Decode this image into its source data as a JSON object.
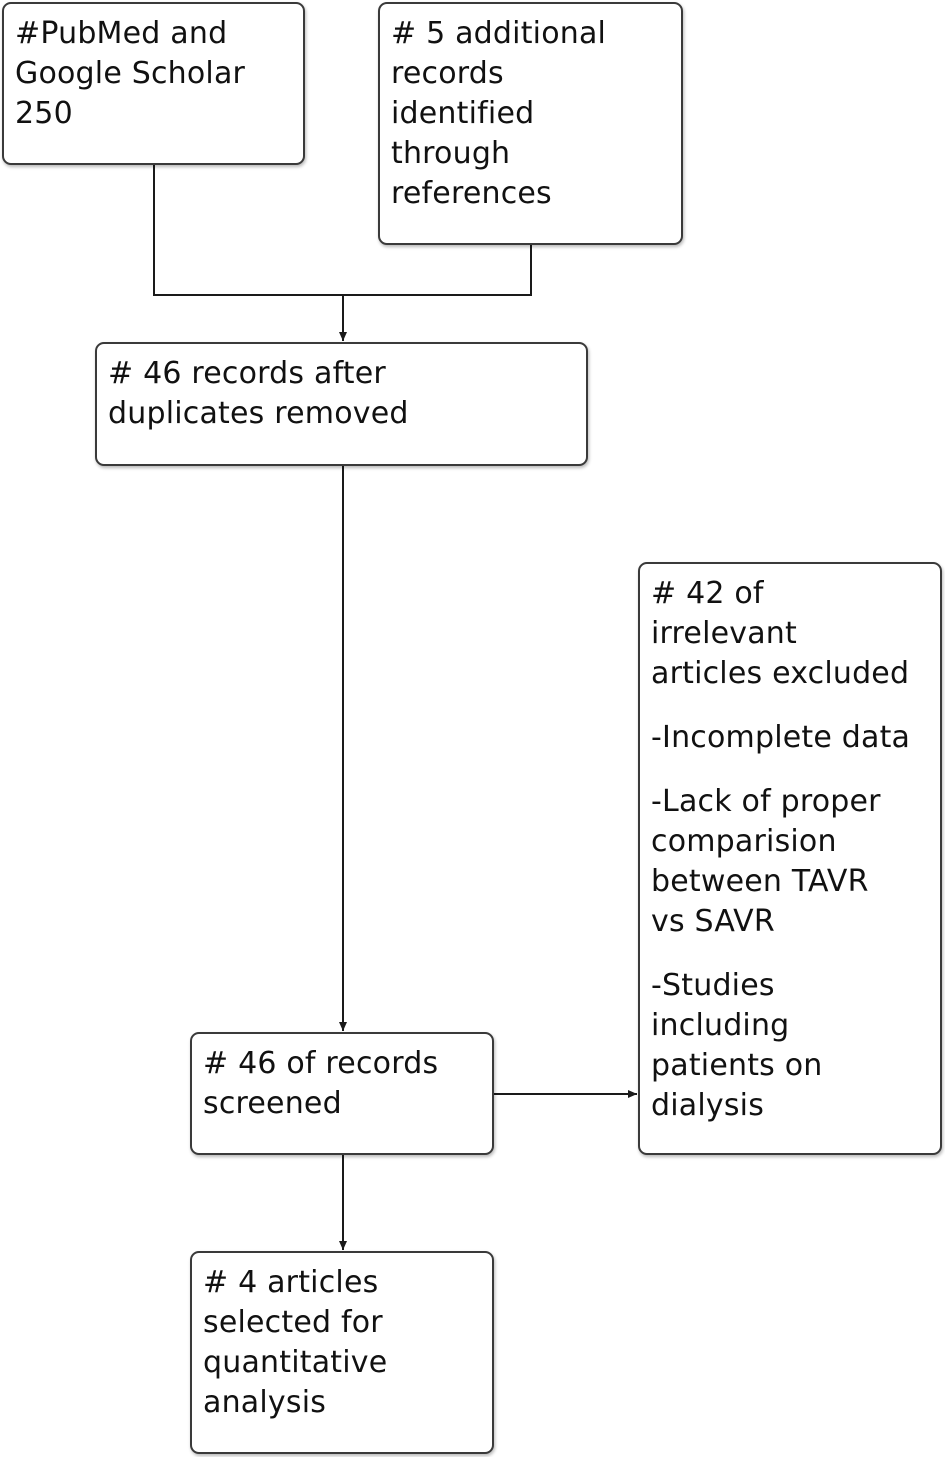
{
  "boxes": {
    "pubmed": {
      "lines": [
        "#PubMed and",
        "Google Scholar",
        "250"
      ]
    },
    "additional": {
      "lines": [
        "# 5 additional",
        "records",
        "identified",
        "through",
        "references"
      ]
    },
    "duplicates": {
      "lines": [
        "# 46 records after",
        "duplicates removed"
      ]
    },
    "screened": {
      "lines": [
        "# 46 of records",
        "screened"
      ]
    },
    "selected": {
      "lines": [
        "# 4 articles",
        "selected for",
        "quantitative",
        "analysis"
      ]
    },
    "excluded": {
      "heading": [
        "# 42 of",
        "irrelevant",
        "articles excluded"
      ],
      "reasons": [
        [
          "-Incomplete data"
        ],
        [
          "-Lack of proper",
          "comparision",
          "between TAVR",
          "vs SAVR"
        ],
        [
          "-Studies",
          "including",
          "patients on",
          "dialysis"
        ]
      ]
    }
  },
  "colors": {
    "line": "#1a1a1a",
    "border": "#3a3a3a",
    "background": "#ffffff"
  }
}
